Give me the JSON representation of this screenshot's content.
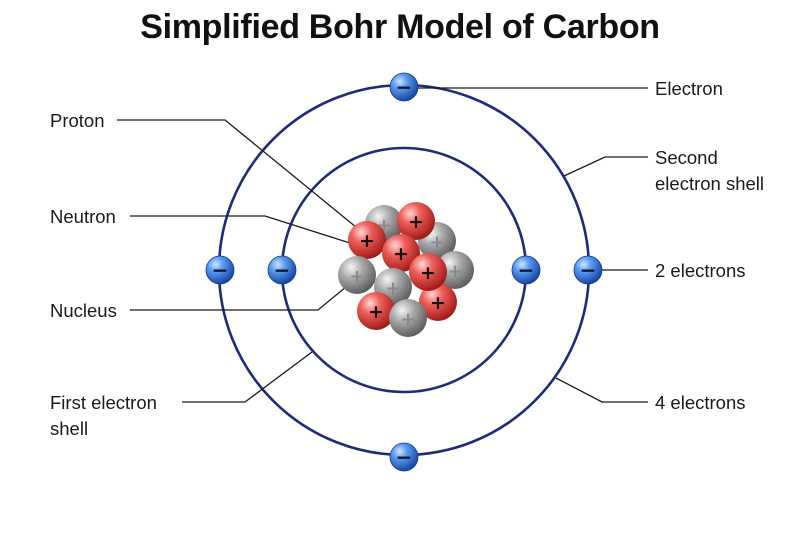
{
  "title": "Simplified Bohr Model of Carbon",
  "labels": {
    "electron": "Electron",
    "proton": "Proton",
    "second_shell_line1": "Second",
    "second_shell_line2": "electron shell",
    "neutron": "Neutron",
    "two_electrons": "2 electrons",
    "nucleus": "Nucleus",
    "first_shell_line1": "First electron",
    "first_shell_line2": "shell",
    "four_electrons": "4 electrons"
  },
  "symbols": {
    "electron_sign": "−",
    "proton_sign": "+",
    "neutron_sign": "+"
  },
  "particle_counts": {
    "protons": 6,
    "neutrons": 6,
    "electrons": 6
  },
  "colors": {
    "shell": "#1f2a7a",
    "electron": "#2f6fd6",
    "proton": "#d63a36",
    "neutron": "#8e8e8e",
    "text": "#1a1a1a"
  }
}
